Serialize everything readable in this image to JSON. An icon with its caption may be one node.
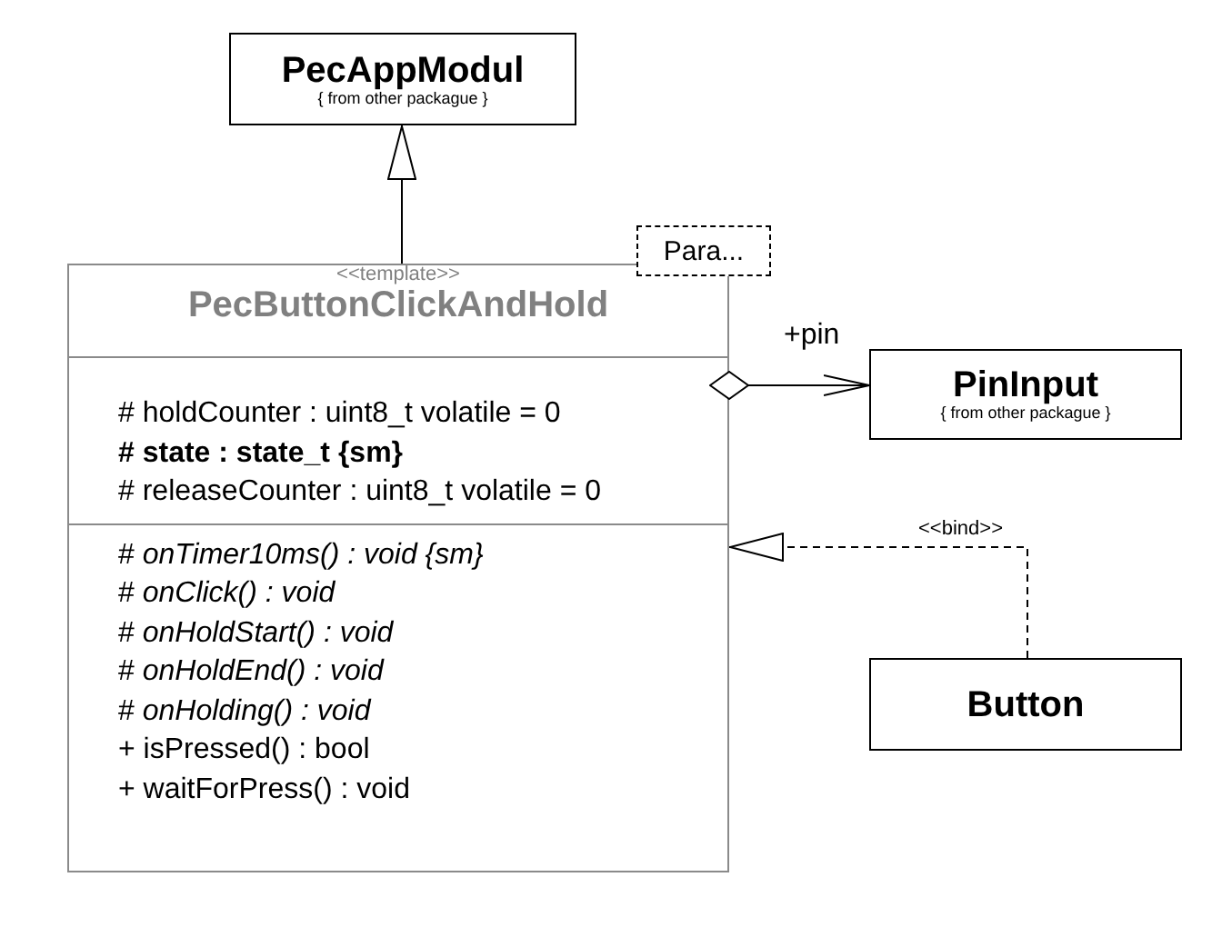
{
  "diagram": {
    "nodes": [
      {
        "text": [
          "PecAppModul",
          "{ from other packague }"
        ]
      },
      {
        "text": [
          "<<template>>",
          "PecButtonClickAndHold",
          "# holdCounter : uint8_t volatile = 0",
          "**# state : state_t {sm}**",
          "# releaseCounter : uint8_t volatile = 0",
          "# *onTimer10ms() : void {sm}*",
          "# *onClick() : void*",
          "# *onHoldStart() : void*",
          "# *onHoldEnd() : void*",
          "# *onHolding() : void*",
          "+ isPressed() : bool",
          "+ waitForPress() : void"
        ]
      },
      {
        "text": [
          "Para..."
        ]
      },
      {
        "text": [
          "PinInput",
          "{ from other packague }"
        ]
      },
      {
        "text": [
          "Button"
        ]
      }
    ],
    "edges": [
      {
        "from": 1,
        "to": 0,
        "arrow": "to"
      },
      {
        "from": 1,
        "to": 3,
        "arrow": "to",
        "label": "+pin"
      },
      {
        "from": 4,
        "to": 1,
        "arrow": "to",
        "label": "<<bind>>",
        "style": "dashed"
      }
    ]
  }
}
